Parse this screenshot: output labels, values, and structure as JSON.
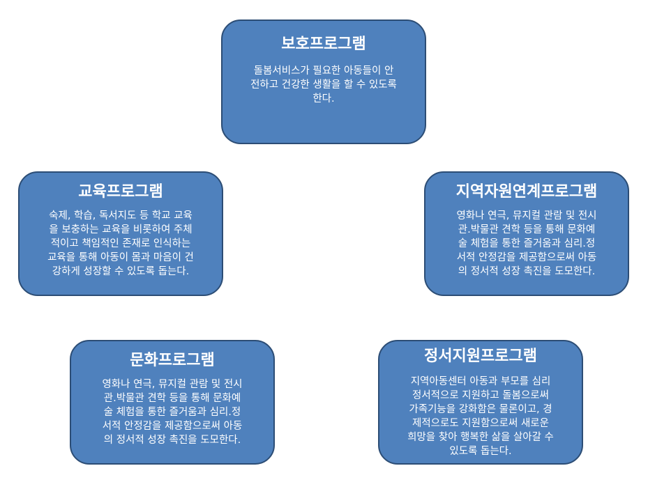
{
  "boxes": {
    "protection": {
      "title": "보호프로그램",
      "description": "돌봄서비스가 필요한 아동들이 안\n전하고 건강한 생활을 할 수 있도록\n한다."
    },
    "education": {
      "title": "교육프로그램",
      "description": "숙제, 학습, 독서지도 등 학교 교육\n을 보충하는 교육을 비롯하여 주체\n적이고 책임적인 존재로 인식하는\n교육을 통해 아동이 몸과 마음이 건\n강하게 성장할 수 있도록 돕는다."
    },
    "community": {
      "title": "지역자원연계프로그램",
      "description": "영화나 연극, 뮤지컬 관람 및 전시\n관.박물관 견학 등을 통해 문화예\n술 체험을 통한 즐거움과 심리.정\n서적 안정감을 제공함으로써 아동\n의 정서적 성장 촉진을 도모한다."
    },
    "culture": {
      "title": "문화프로그램",
      "description": "영화나 연극, 뮤지컬 관람 및 전시\n관.박물관 견학 등을 통해 문화예\n술 체험을 통한 즐거움과 심리.정\n서적 안정감을 제공함으로써 아동\n의 정서적 성장 촉진을 도모한다."
    },
    "emotional": {
      "title": "정서지원프로그램",
      "description": "지역아동센터 아동과 부모를 심리\n정서적으로 지원하고 돌봄으로써\n가족기능을 강화함은 물론이고, 경\n제적으로도 지원함으로써 새로운\n희망을 찾아 행복한 삶을 살아갈 수\n있도록 돕는다."
    }
  },
  "colors": {
    "box_fill": "#4f81bd",
    "box_border": "#2c4d75",
    "text": "#ffffff"
  }
}
